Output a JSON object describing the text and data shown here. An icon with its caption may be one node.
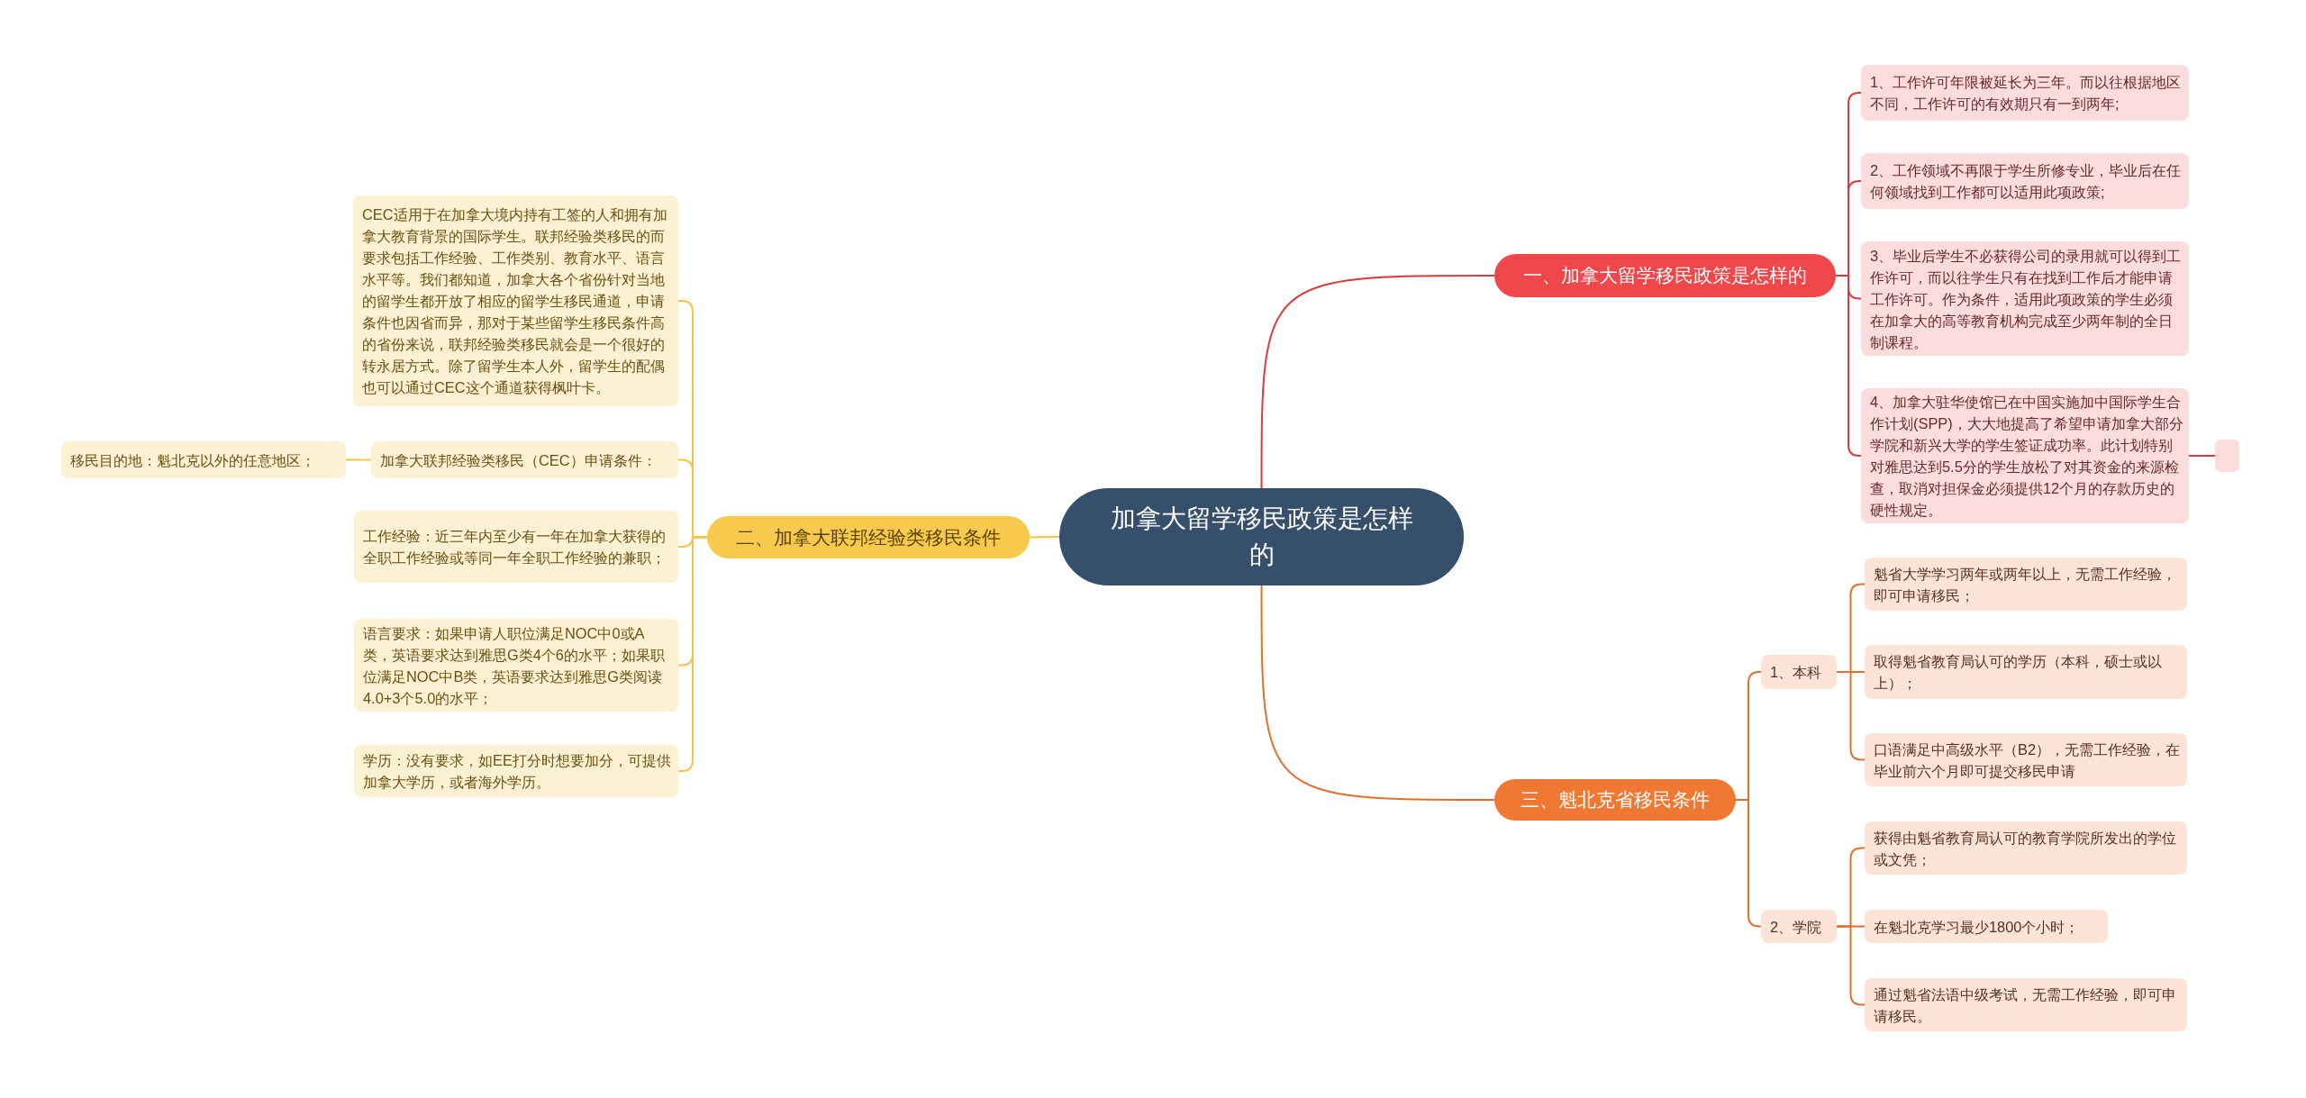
{
  "diagram": {
    "nodes": [
      {
        "text": [
          "加拿大留学移民政策是怎样的"
        ]
      },
      {
        "text": [
          "一、加拿大留学移民政策是怎样的"
        ]
      },
      {
        "text": [
          "1、工作许可年限被延长为三年。而以往根据地区不同，工作许可的有效期只有一到两年;"
        ]
      },
      {
        "text": [
          "2、工作领域不再限于学生所修专业，毕业后在任何领域找到工作都可以适用此项政策;"
        ]
      },
      {
        "text": [
          "3、毕业后学生不必获得公司的录用就可以得到工作许可，而以往学生只有在找到工作后才能申请工作许可。作为条件，适用此项政策的学生必须在加拿大的高等教育机构完成至少两年制的全日制课程。"
        ]
      },
      {
        "text": [
          "4、加拿大驻华使馆已在中国实施加中国际学生合作计划(SPP)，大大地提高了希望申请加拿大部分学院和新兴大学的学生签证成功率。此计划特别对雅思达到5.5分的学生放松了对其资金的来源检查，取消对担保金必须提供12个月的存款历史的硬性规定。"
        ]
      },
      {
        "text": [],
        "shape": "box"
      },
      {
        "text": [
          "二、加拿大联邦经验类移民条件"
        ]
      },
      {
        "text": [
          "CEC适用于在加拿大境内持有工签的人和拥有加拿大教育背景的国际学生。联邦经验类移民的而要求包括工作经验、工作类别、教育水平、语言水平等。我们都知道，加拿大各个省份针对当地的留学生都开放了相应的留学生移民通道，申请条件也因省而异，那对于某些留学生移民条件高的省份来说，联邦经验类移民就会是一个很好的转永居方式。除了留学生本人外，留学生的配偶也可以通过CEC这个通道获得枫叶卡。"
        ]
      },
      {
        "text": [
          "加拿大联邦经验类移民（CEC）申请条件："
        ]
      },
      {
        "text": [
          "移民目的地：魁北克以外的任意地区；"
        ]
      },
      {
        "text": [
          "工作经验：近三年内至少有一年在加拿大获得的全职工作经验或等同一年全职工作经验的兼职；"
        ]
      },
      {
        "text": [
          "语言要求：如果申请人职位满足NOC中0或A类，英语要求达到雅思G类4个6的水平；如果职位满足NOC中B类，英语要求达到雅思G类阅读4.0+3个5.0的水平；"
        ]
      },
      {
        "text": [
          "学历：没有要求，如EE打分时想要加分，可提供加拿大学历，或者海外学历。"
        ]
      },
      {
        "text": [
          "三、魁北克省移民条件"
        ]
      },
      {
        "text": [
          "1、本科"
        ]
      },
      {
        "text": [
          "魁省大学学习两年或两年以上，无需工作经验，即可申请移民；"
        ]
      },
      {
        "text": [
          "取得魁省教育局认可的学历（本科，硕士或以上）；"
        ]
      },
      {
        "text": [
          "口语满足中高级水平（B2），无需工作经验，在毕业前六个月即可提交移民申请"
        ]
      },
      {
        "text": [
          "2、学院"
        ]
      },
      {
        "text": [
          "获得由魁省教育局认可的教育学院所发出的学位或文凭；"
        ]
      },
      {
        "text": [
          "在魁北克学习最少1800个小时；"
        ]
      },
      {
        "text": [
          "通过魁省法语中级考试，无需工作经验，即可申请移民。"
        ]
      }
    ],
    "edges": [
      {
        "from": 0,
        "to": 1,
        "arrow": "none",
        "color": "#d83a3f"
      },
      {
        "from": 1,
        "to": 2,
        "arrow": "none",
        "color": "#d83a3f"
      },
      {
        "from": 1,
        "to": 3,
        "arrow": "none",
        "color": "#d83a3f"
      },
      {
        "from": 1,
        "to": 4,
        "arrow": "none",
        "color": "#d83a3f"
      },
      {
        "from": 1,
        "to": 5,
        "arrow": "none",
        "color": "#d83a3f"
      },
      {
        "from": 5,
        "to": 6,
        "arrow": "none",
        "color": "#d83a3f"
      },
      {
        "from": 0,
        "to": 7,
        "arrow": "none",
        "color": "#f2c44a"
      },
      {
        "from": 7,
        "to": 8,
        "arrow": "none",
        "color": "#f2c44a"
      },
      {
        "from": 7,
        "to": 9,
        "arrow": "none",
        "color": "#f2c44a"
      },
      {
        "from": 7,
        "to": 11,
        "arrow": "none",
        "color": "#f2c44a"
      },
      {
        "from": 7,
        "to": 12,
        "arrow": "none",
        "color": "#f2c44a"
      },
      {
        "from": 7,
        "to": 13,
        "arrow": "none",
        "color": "#f2c44a"
      },
      {
        "from": 9,
        "to": 10,
        "arrow": "none",
        "color": "#f2c44a"
      },
      {
        "from": 0,
        "to": 14,
        "arrow": "none",
        "color": "#e0702e"
      },
      {
        "from": 14,
        "to": 15,
        "arrow": "none",
        "color": "#e0702e"
      },
      {
        "from": 14,
        "to": 19,
        "arrow": "none",
        "color": "#e0702e"
      },
      {
        "from": 15,
        "to": 16,
        "arrow": "none",
        "color": "#e0702e"
      },
      {
        "from": 15,
        "to": 17,
        "arrow": "none",
        "color": "#e0702e"
      },
      {
        "from": 15,
        "to": 18,
        "arrow": "none",
        "color": "#e0702e"
      },
      {
        "from": 19,
        "to": 20,
        "arrow": "none",
        "color": "#e0702e"
      },
      {
        "from": 19,
        "to": 21,
        "arrow": "none",
        "color": "#e0702e"
      },
      {
        "from": 19,
        "to": 22,
        "arrow": "none",
        "color": "#e0702e"
      }
    ]
  }
}
